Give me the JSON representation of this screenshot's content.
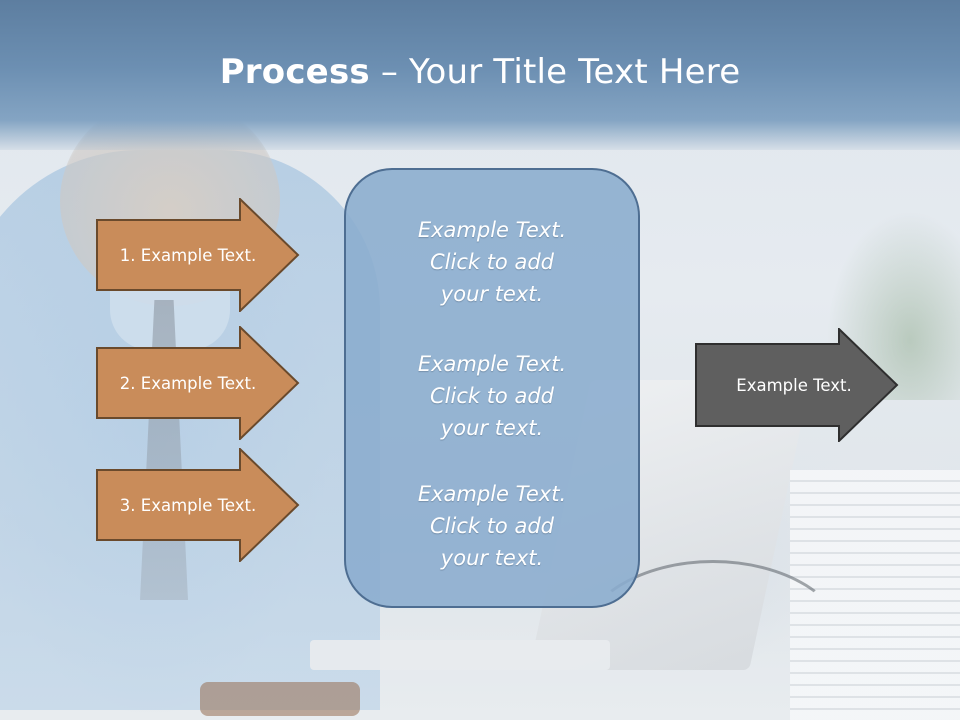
{
  "title": {
    "bold": "Process",
    "rest": " – Your Title Text Here"
  },
  "left_arrows": [
    {
      "label": "1. Example Text."
    },
    {
      "label": "2. Example Text."
    },
    {
      "label": "3. Example Text."
    }
  ],
  "center_box": {
    "items": [
      {
        "line1": "Example Text.",
        "line2": "Click  to add",
        "line3": "your text."
      },
      {
        "line1": "Example Text.",
        "line2": "Click  to add",
        "line3": "your text."
      },
      {
        "line1": "Example Text.",
        "line2": "Click  to add",
        "line3": "your text."
      }
    ]
  },
  "right_arrow": {
    "label": "Example Text."
  },
  "colors": {
    "title_bar": "#6c8fb2",
    "left_arrow_fill": "#c98c5a",
    "left_arrow_border": "#6a4a2c",
    "center_box_fill": "#8aacce",
    "center_box_border": "#4e6e92",
    "right_arrow_fill": "#5f5f5f",
    "right_arrow_border": "#2f2f2f"
  }
}
